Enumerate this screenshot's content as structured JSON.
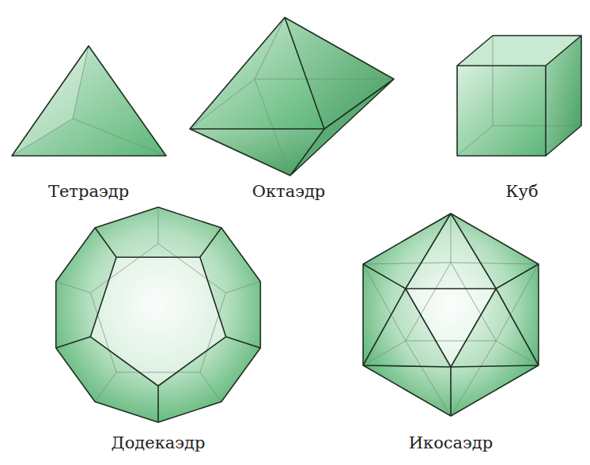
{
  "diagram": {
    "labels": [
      "Тетраэдр",
      "Октаэдр",
      "Куб",
      "Додекаэдр",
      "Икосаэдр"
    ]
  }
}
